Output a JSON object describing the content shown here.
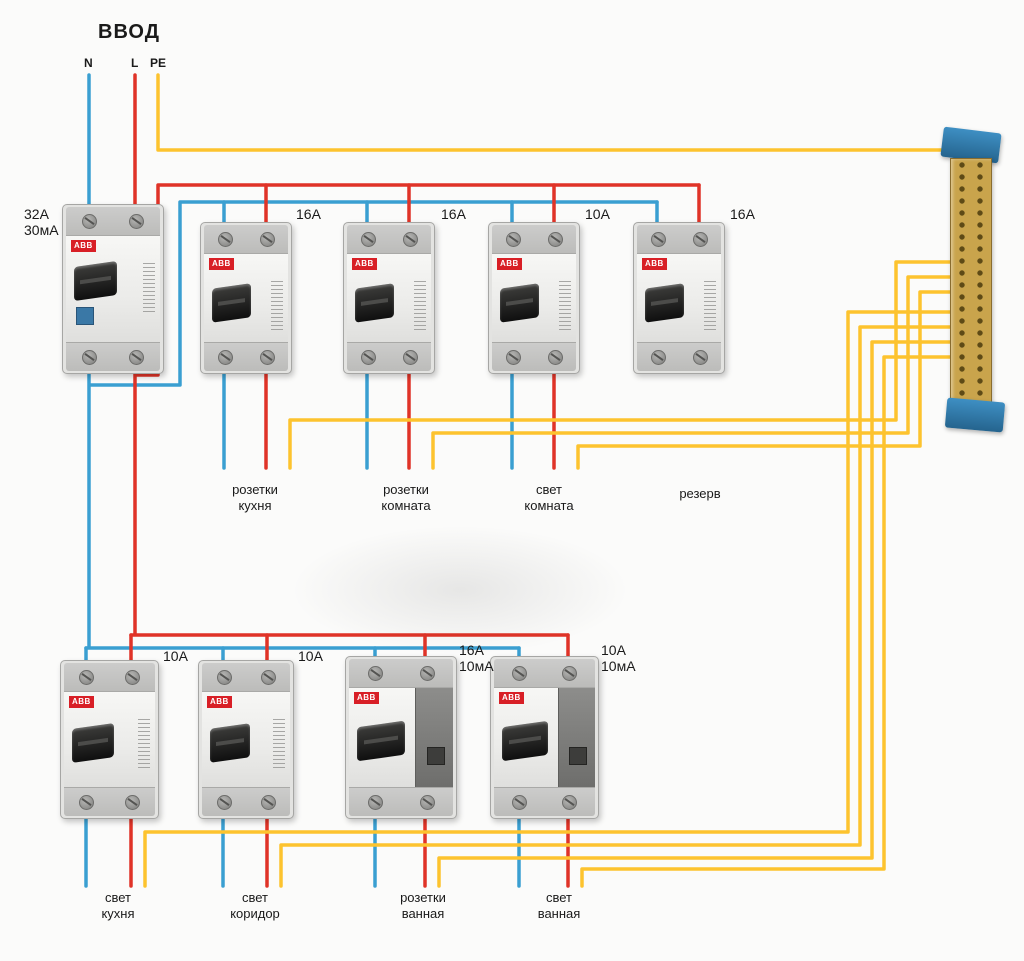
{
  "brand": "ABB",
  "title": "ВВОД",
  "feed": {
    "n": "N",
    "l": "L",
    "pe": "PE"
  },
  "colors": {
    "neutral": "#3a9fd1",
    "phase": "#e03327",
    "earth": "#fdc32e"
  },
  "main_breaker": {
    "rating": "32А",
    "leakage": "30мА"
  },
  "top_row": [
    {
      "rating": "16А",
      "circuit": [
        "розетки",
        "кухня"
      ]
    },
    {
      "rating": "16А",
      "circuit": [
        "розетки",
        "комната"
      ]
    },
    {
      "rating": "10А",
      "circuit": [
        "свет",
        "комната"
      ]
    },
    {
      "rating": "16А",
      "circuit": [
        "резерв",
        ""
      ]
    }
  ],
  "bottom_row": [
    {
      "rating": [
        "10А",
        ""
      ],
      "circuit": [
        "свет",
        "кухня"
      ]
    },
    {
      "rating": [
        "10А",
        ""
      ],
      "circuit": [
        "свет",
        "коридор"
      ]
    },
    {
      "rating": [
        "16А",
        "10мА"
      ],
      "circuit": [
        "розетки",
        "ванная"
      ]
    },
    {
      "rating": [
        "10А",
        "10мА"
      ],
      "circuit": [
        "свет",
        "ванная"
      ]
    }
  ]
}
